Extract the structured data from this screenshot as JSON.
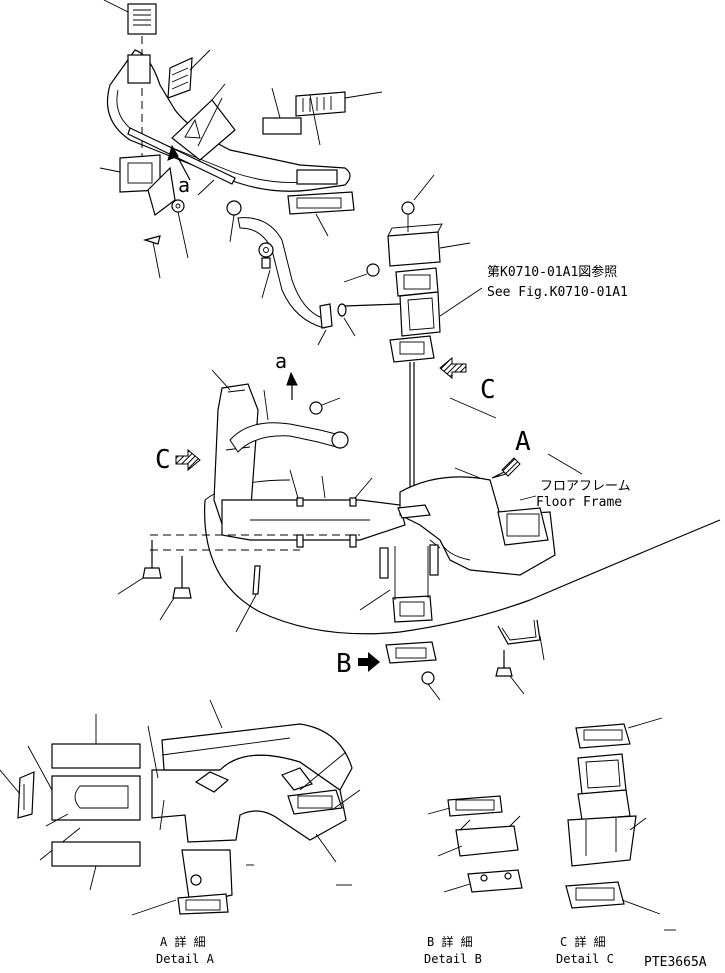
{
  "references": {
    "figure_ref_jp": "第K0710-01A1図参照",
    "figure_ref_en": "See Fig.K0710-01A1"
  },
  "labels": {
    "floor_frame_jp": "フロアフレーム",
    "floor_frame_en": "Floor Frame",
    "view_a": "A",
    "view_b": "B",
    "view_c_right": "C",
    "view_c_left": "C",
    "arrow_a_top": "a",
    "arrow_a_mid": "a"
  },
  "details": {
    "a_jp": "A 詳 細",
    "a_en": "Detail A",
    "b_jp": "B 詳 細",
    "b_en": "Detail B",
    "c_jp": "C 詳 細",
    "c_en": "Detail C"
  },
  "drawing_code": "PTE3665A"
}
